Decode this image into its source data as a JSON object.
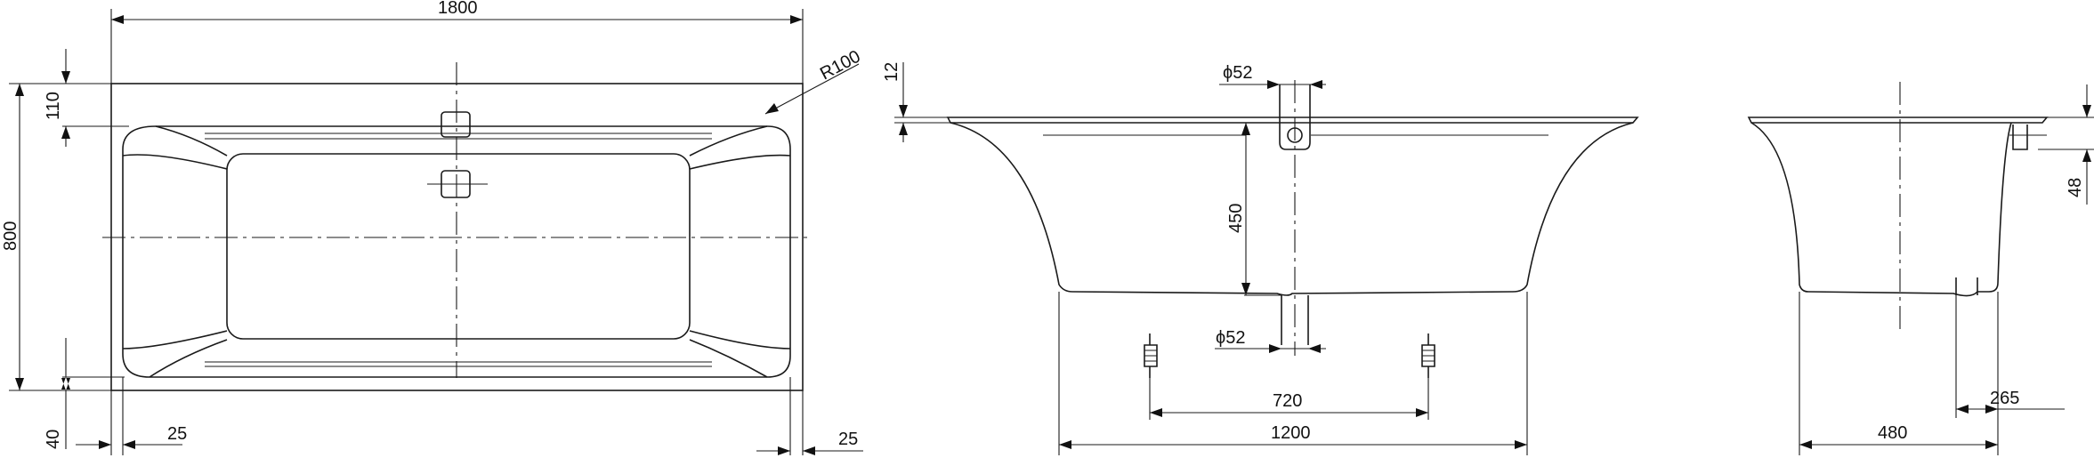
{
  "drawing": {
    "top_view": {
      "length": "1800",
      "width": "800",
      "rim_top": "110",
      "rim_bottom": "40",
      "radius": "R100",
      "offset_left": "25",
      "offset_right": "25"
    },
    "front_view": {
      "rim_thickness": "12",
      "overflow_diameter": "ϕ52",
      "depth": "450",
      "drain_diameter": "ϕ52",
      "feet_spacing": "720",
      "bottom_length": "1200"
    },
    "side_view": {
      "rim_height": "48",
      "drain_offset": "265",
      "bottom_width": "480"
    }
  }
}
